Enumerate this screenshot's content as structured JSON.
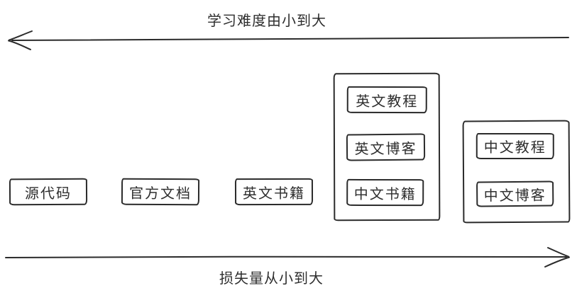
{
  "canvas": {
    "background": "#ffffff",
    "ink_color": "#2b2b2b"
  },
  "axes": {
    "top": {
      "label": "学习难度由小到大",
      "direction": "left"
    },
    "bottom": {
      "label": "损失量从小到大",
      "direction": "right"
    }
  },
  "boxes": [
    {
      "label": "源代码"
    },
    {
      "label": "官方文档"
    },
    {
      "label": "英文书籍"
    }
  ],
  "groups": [
    {
      "name": "group-left",
      "items": [
        {
          "label": "英文教程"
        },
        {
          "label": "英文博客"
        },
        {
          "label": "中文书籍"
        }
      ]
    },
    {
      "name": "group-right",
      "items": [
        {
          "label": "中文教程"
        },
        {
          "label": "中文博客"
        }
      ]
    }
  ]
}
